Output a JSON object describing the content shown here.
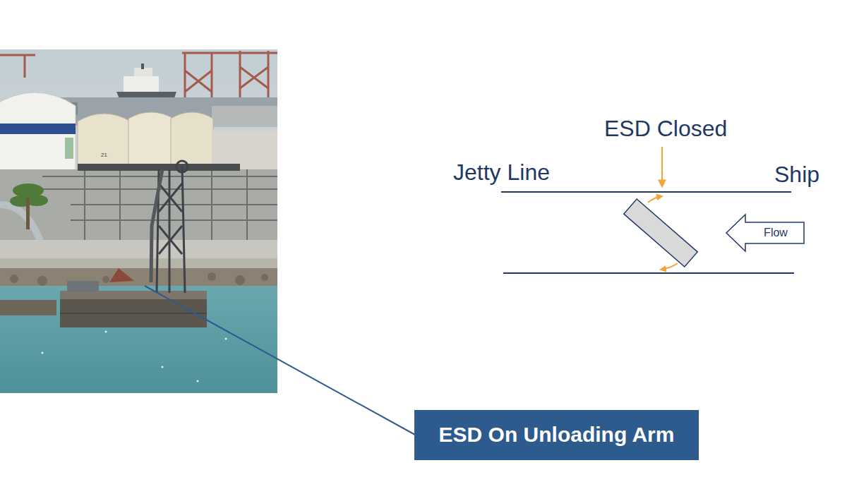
{
  "diagram": {
    "nodes": [
      {
        "text": [
          "Flow"
        ]
      },
      {
        "text": [
          "ESD On Unloading Arm"
        ]
      }
    ],
    "labels": [
      "ESD Closed",
      "Jetty Line",
      "Ship",
      "21"
    ]
  }
}
